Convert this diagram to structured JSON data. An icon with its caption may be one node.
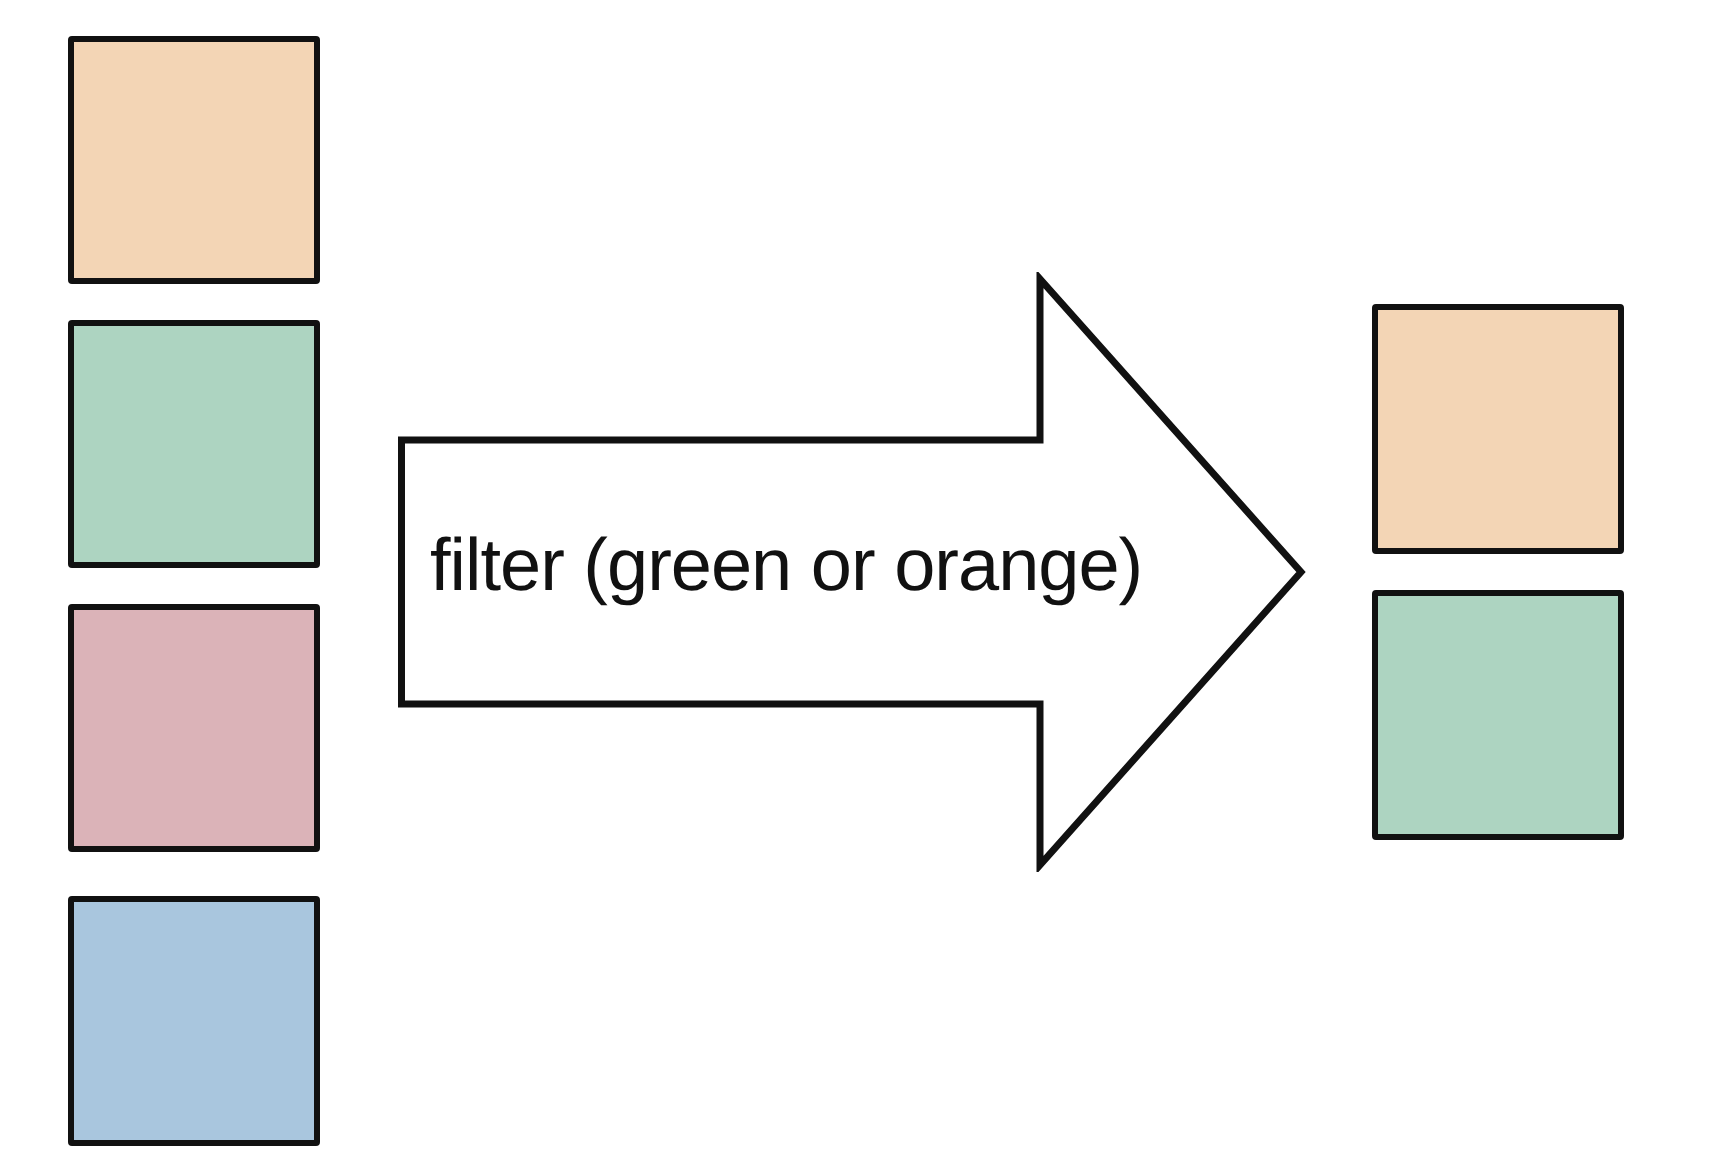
{
  "diagram": {
    "nodes": [
      {
        "text": [],
        "shape": "box"
      },
      {
        "text": [],
        "shape": "box"
      },
      {
        "text": [],
        "shape": "box"
      },
      {
        "text": [],
        "shape": "box"
      },
      {
        "text": [
          "filter (green or orange)"
        ]
      },
      {
        "text": [],
        "shape": "box"
      },
      {
        "text": [],
        "shape": "box"
      }
    ]
  }
}
